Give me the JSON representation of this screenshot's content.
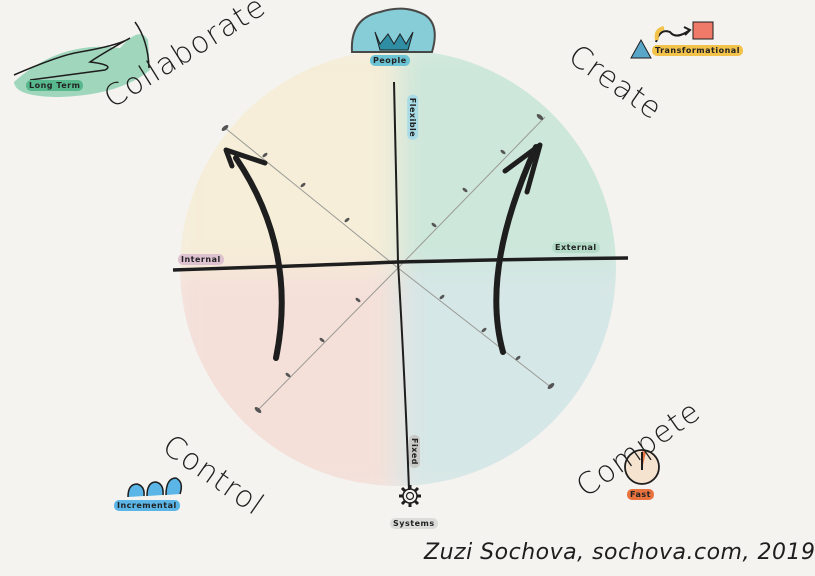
{
  "quadrants": {
    "top_left": {
      "label": "Collaborate",
      "badge": "Long Term",
      "badge_color": "#7ccaa7"
    },
    "top_right": {
      "label": "Create",
      "badge": "Transformational",
      "badge_color": "#f3c24a"
    },
    "bottom_left": {
      "label": "Control",
      "badge": "Incremental",
      "badge_color": "#5bb5e6"
    },
    "bottom_right": {
      "label": "Compete",
      "badge": "Fast",
      "badge_color": "#e8733f"
    }
  },
  "axes": {
    "top": {
      "icon_label": "People",
      "axis_label": "Flexible",
      "color": "#6cc3d3"
    },
    "bottom": {
      "icon_label": "Systems",
      "axis_label": "Fixed",
      "color": "#c9c9c7"
    },
    "left": {
      "axis_label": "Internal",
      "color": "#d9b8c8"
    },
    "right": {
      "axis_label": "External",
      "color": "#b5dcc9"
    }
  },
  "quadrant_colors": {
    "top_left": "#f6edd6",
    "top_right": "#cfe8dc",
    "bottom_left": "#f4ddd7",
    "bottom_right": "#d8e8e8"
  },
  "credit": "Zuzi Sochova, sochova.com, 2019"
}
